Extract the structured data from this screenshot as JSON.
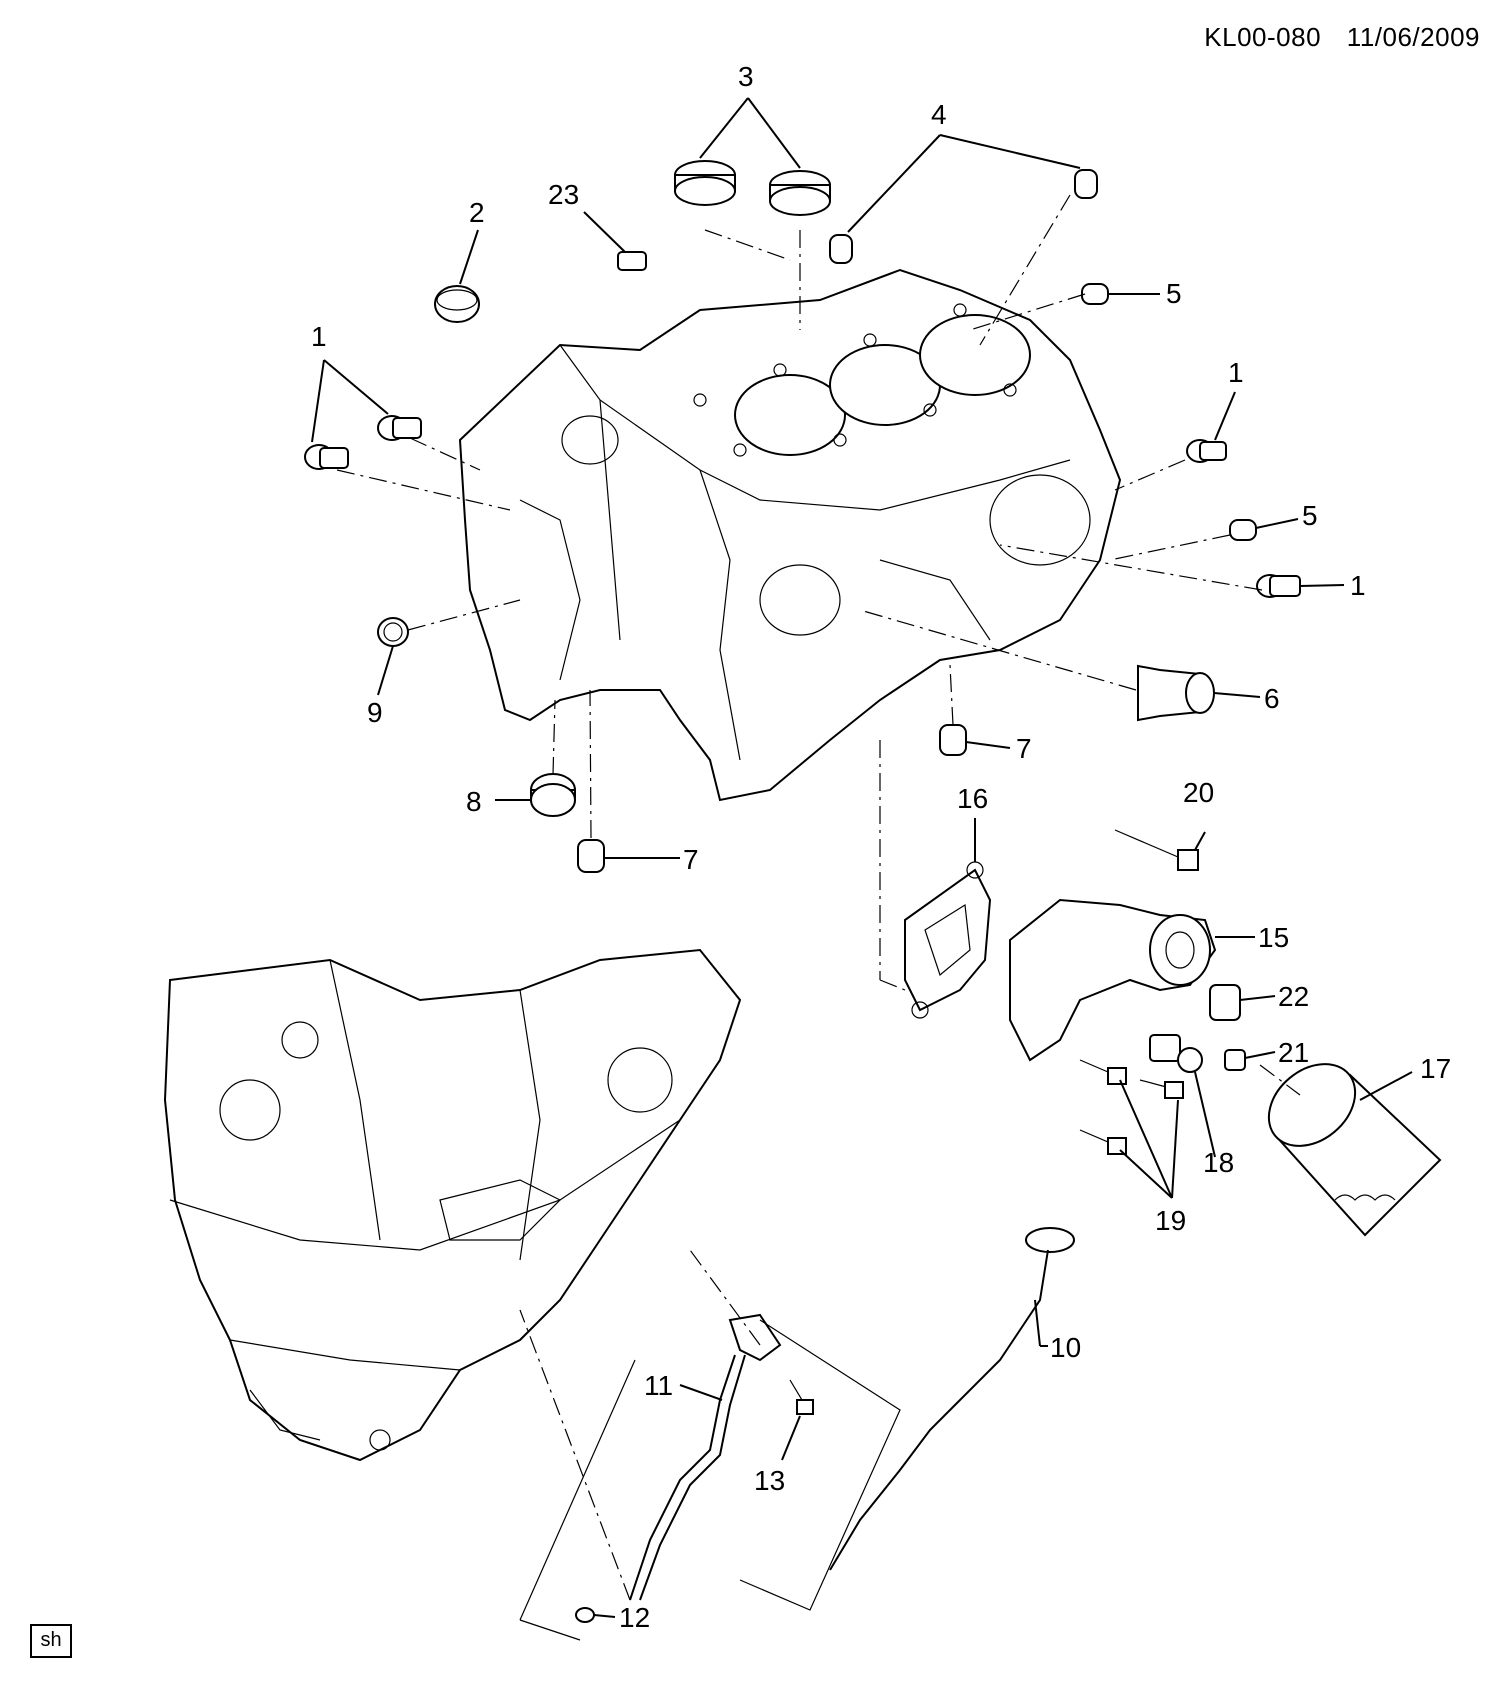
{
  "header": {
    "code": "KL00-080",
    "date": "11/06/2009"
  },
  "callouts": [
    {
      "id": "c1a",
      "label": "1"
    },
    {
      "id": "c1b",
      "label": "1"
    },
    {
      "id": "c1c",
      "label": "1"
    },
    {
      "id": "c2",
      "label": "2"
    },
    {
      "id": "c3",
      "label": "3"
    },
    {
      "id": "c4",
      "label": "4"
    },
    {
      "id": "c5a",
      "label": "5"
    },
    {
      "id": "c5b",
      "label": "5"
    },
    {
      "id": "c6",
      "label": "6"
    },
    {
      "id": "c7a",
      "label": "7"
    },
    {
      "id": "c7b",
      "label": "7"
    },
    {
      "id": "c8",
      "label": "8"
    },
    {
      "id": "c9",
      "label": "9"
    },
    {
      "id": "c10",
      "label": "10"
    },
    {
      "id": "c11",
      "label": "11"
    },
    {
      "id": "c12",
      "label": "12"
    },
    {
      "id": "c13",
      "label": "13"
    },
    {
      "id": "c15",
      "label": "15"
    },
    {
      "id": "c16",
      "label": "16"
    },
    {
      "id": "c17",
      "label": "17"
    },
    {
      "id": "c18",
      "label": "18"
    },
    {
      "id": "c19",
      "label": "19"
    },
    {
      "id": "c20",
      "label": "20"
    },
    {
      "id": "c21",
      "label": "21"
    },
    {
      "id": "c22",
      "label": "22"
    },
    {
      "id": "c23",
      "label": "23"
    }
  ],
  "footer": {
    "tag": "sh"
  }
}
